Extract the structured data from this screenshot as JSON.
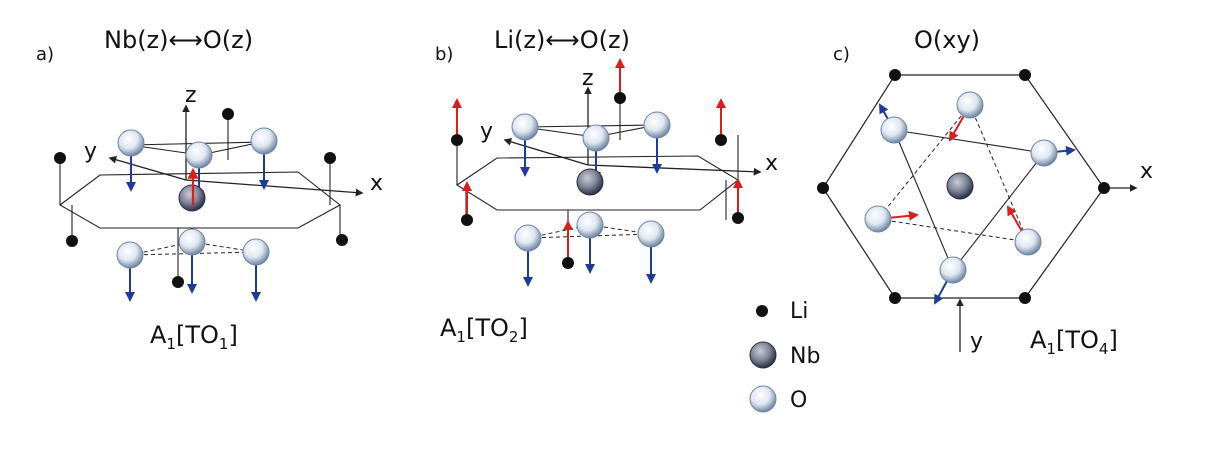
{
  "panels": [
    {
      "id": "a",
      "label": "a)",
      "title": "Nb(z)⟷O(z)",
      "mode": "A",
      "mode_sub": "1",
      "mode_rest": "[TO",
      "mode_idx": "1",
      "mode_end": "]",
      "axes": {
        "x": "x",
        "y": "y",
        "z": "z"
      }
    },
    {
      "id": "b",
      "label": "b)",
      "title": "Li(z)⟷O(z)",
      "mode": "A",
      "mode_sub": "1",
      "mode_rest": "[TO",
      "mode_idx": "2",
      "mode_end": "]",
      "axes": {
        "x": "x",
        "y": "y",
        "z": "z"
      }
    },
    {
      "id": "c",
      "label": "c)",
      "title": "O(xy)",
      "mode": "A",
      "mode_sub": "1",
      "mode_rest": "[TO",
      "mode_idx": "4",
      "mode_end": "]",
      "axes": {
        "x": "x",
        "y": "y"
      }
    }
  ],
  "legend": [
    {
      "symbol": "li-atom",
      "label": "Li"
    },
    {
      "symbol": "nb-atom",
      "label": "Nb"
    },
    {
      "symbol": "o-atom",
      "label": "O"
    }
  ],
  "colors": {
    "li": "#111111",
    "nb_center": "#9aa0b0",
    "nb_edge": "#2a3045",
    "o_center": "#ffffff",
    "o_edge": "#6f86a4",
    "arrow_red": "#dd1c1c",
    "arrow_blue": "#1f3b9a",
    "line": "#222222"
  }
}
